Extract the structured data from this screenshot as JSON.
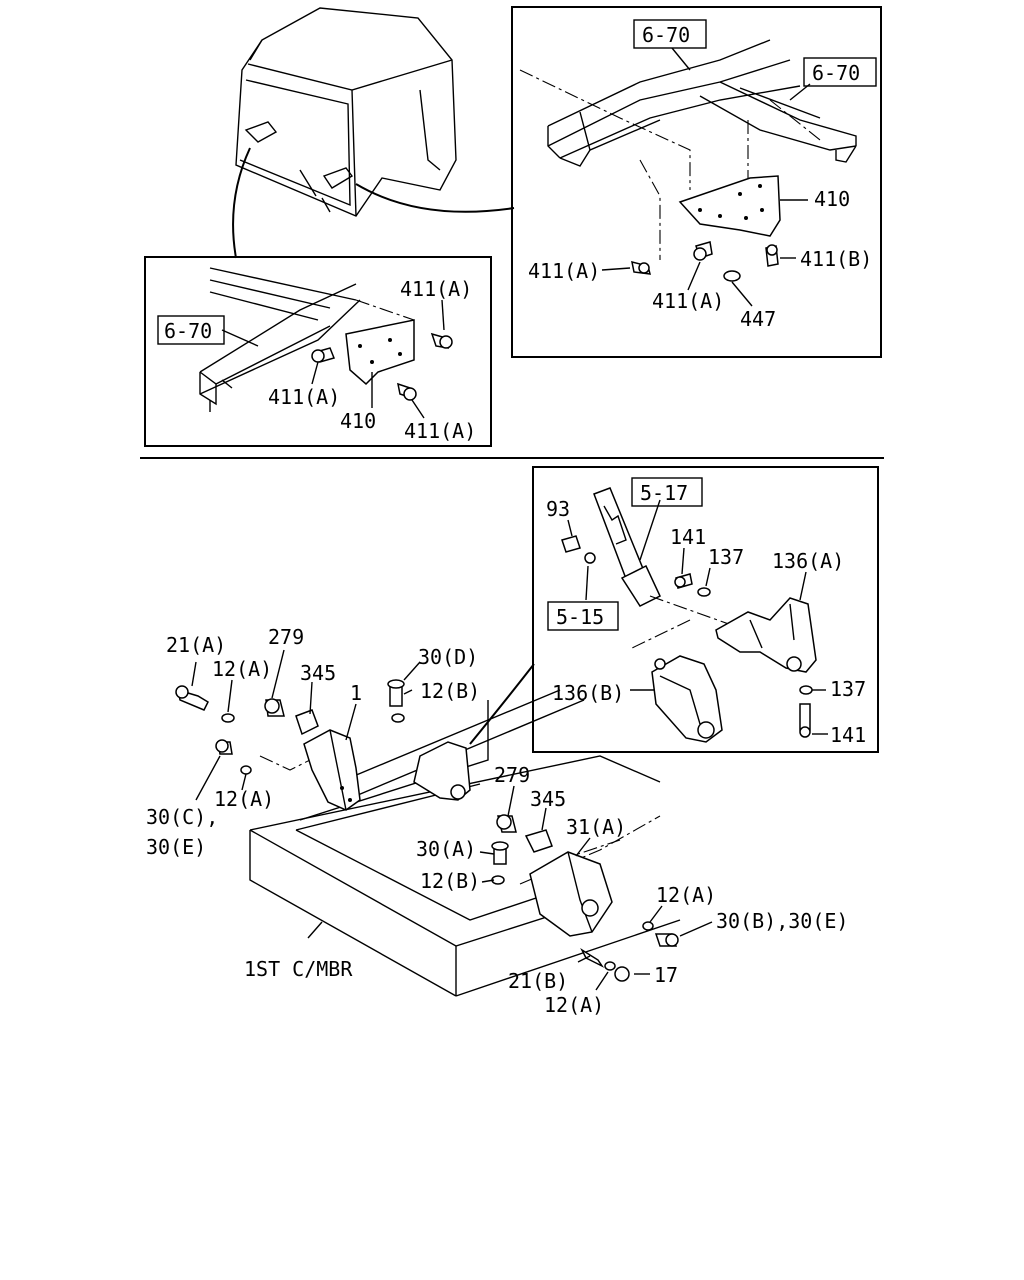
{
  "labels": {
    "ref_670_a": "6-70",
    "ref_670_b": "6-70",
    "ref_670_c": "6-70",
    "p410_a": "410",
    "p410_b": "410",
    "p411a_1": "411(A)",
    "p411a_2": "411(A)",
    "p411a_3": "411(A)",
    "p411a_4": "411(A)",
    "p411a_5": "411(A)",
    "p411b": "411(B)",
    "p447": "447",
    "ref_517": "5-17",
    "ref_515": "5-15",
    "p93": "93",
    "p141_a": "141",
    "p141_b": "141",
    "p137_a": "137",
    "p137_b": "137",
    "p136a": "136(A)",
    "p136b": "136(B)",
    "p21a": "21(A)",
    "p21b": "21(B)",
    "p12a_1": "12(A)",
    "p12a_2": "12(A)",
    "p12a_3": "12(A)",
    "p12a_4": "12(A)",
    "p12b_1": "12(B)",
    "p12b_2": "12(B)",
    "p279_a": "279",
    "p279_b": "279",
    "p345_a": "345",
    "p345_b": "345",
    "p1": "1",
    "p30d": "30(D)",
    "p30a": "30(A)",
    "p30c": "30(C),",
    "p30e": "30(E)",
    "p30be": "30(B),30(E)",
    "p31a": "31(A)",
    "p17": "17",
    "crossmember": "1ST C/MBR"
  }
}
